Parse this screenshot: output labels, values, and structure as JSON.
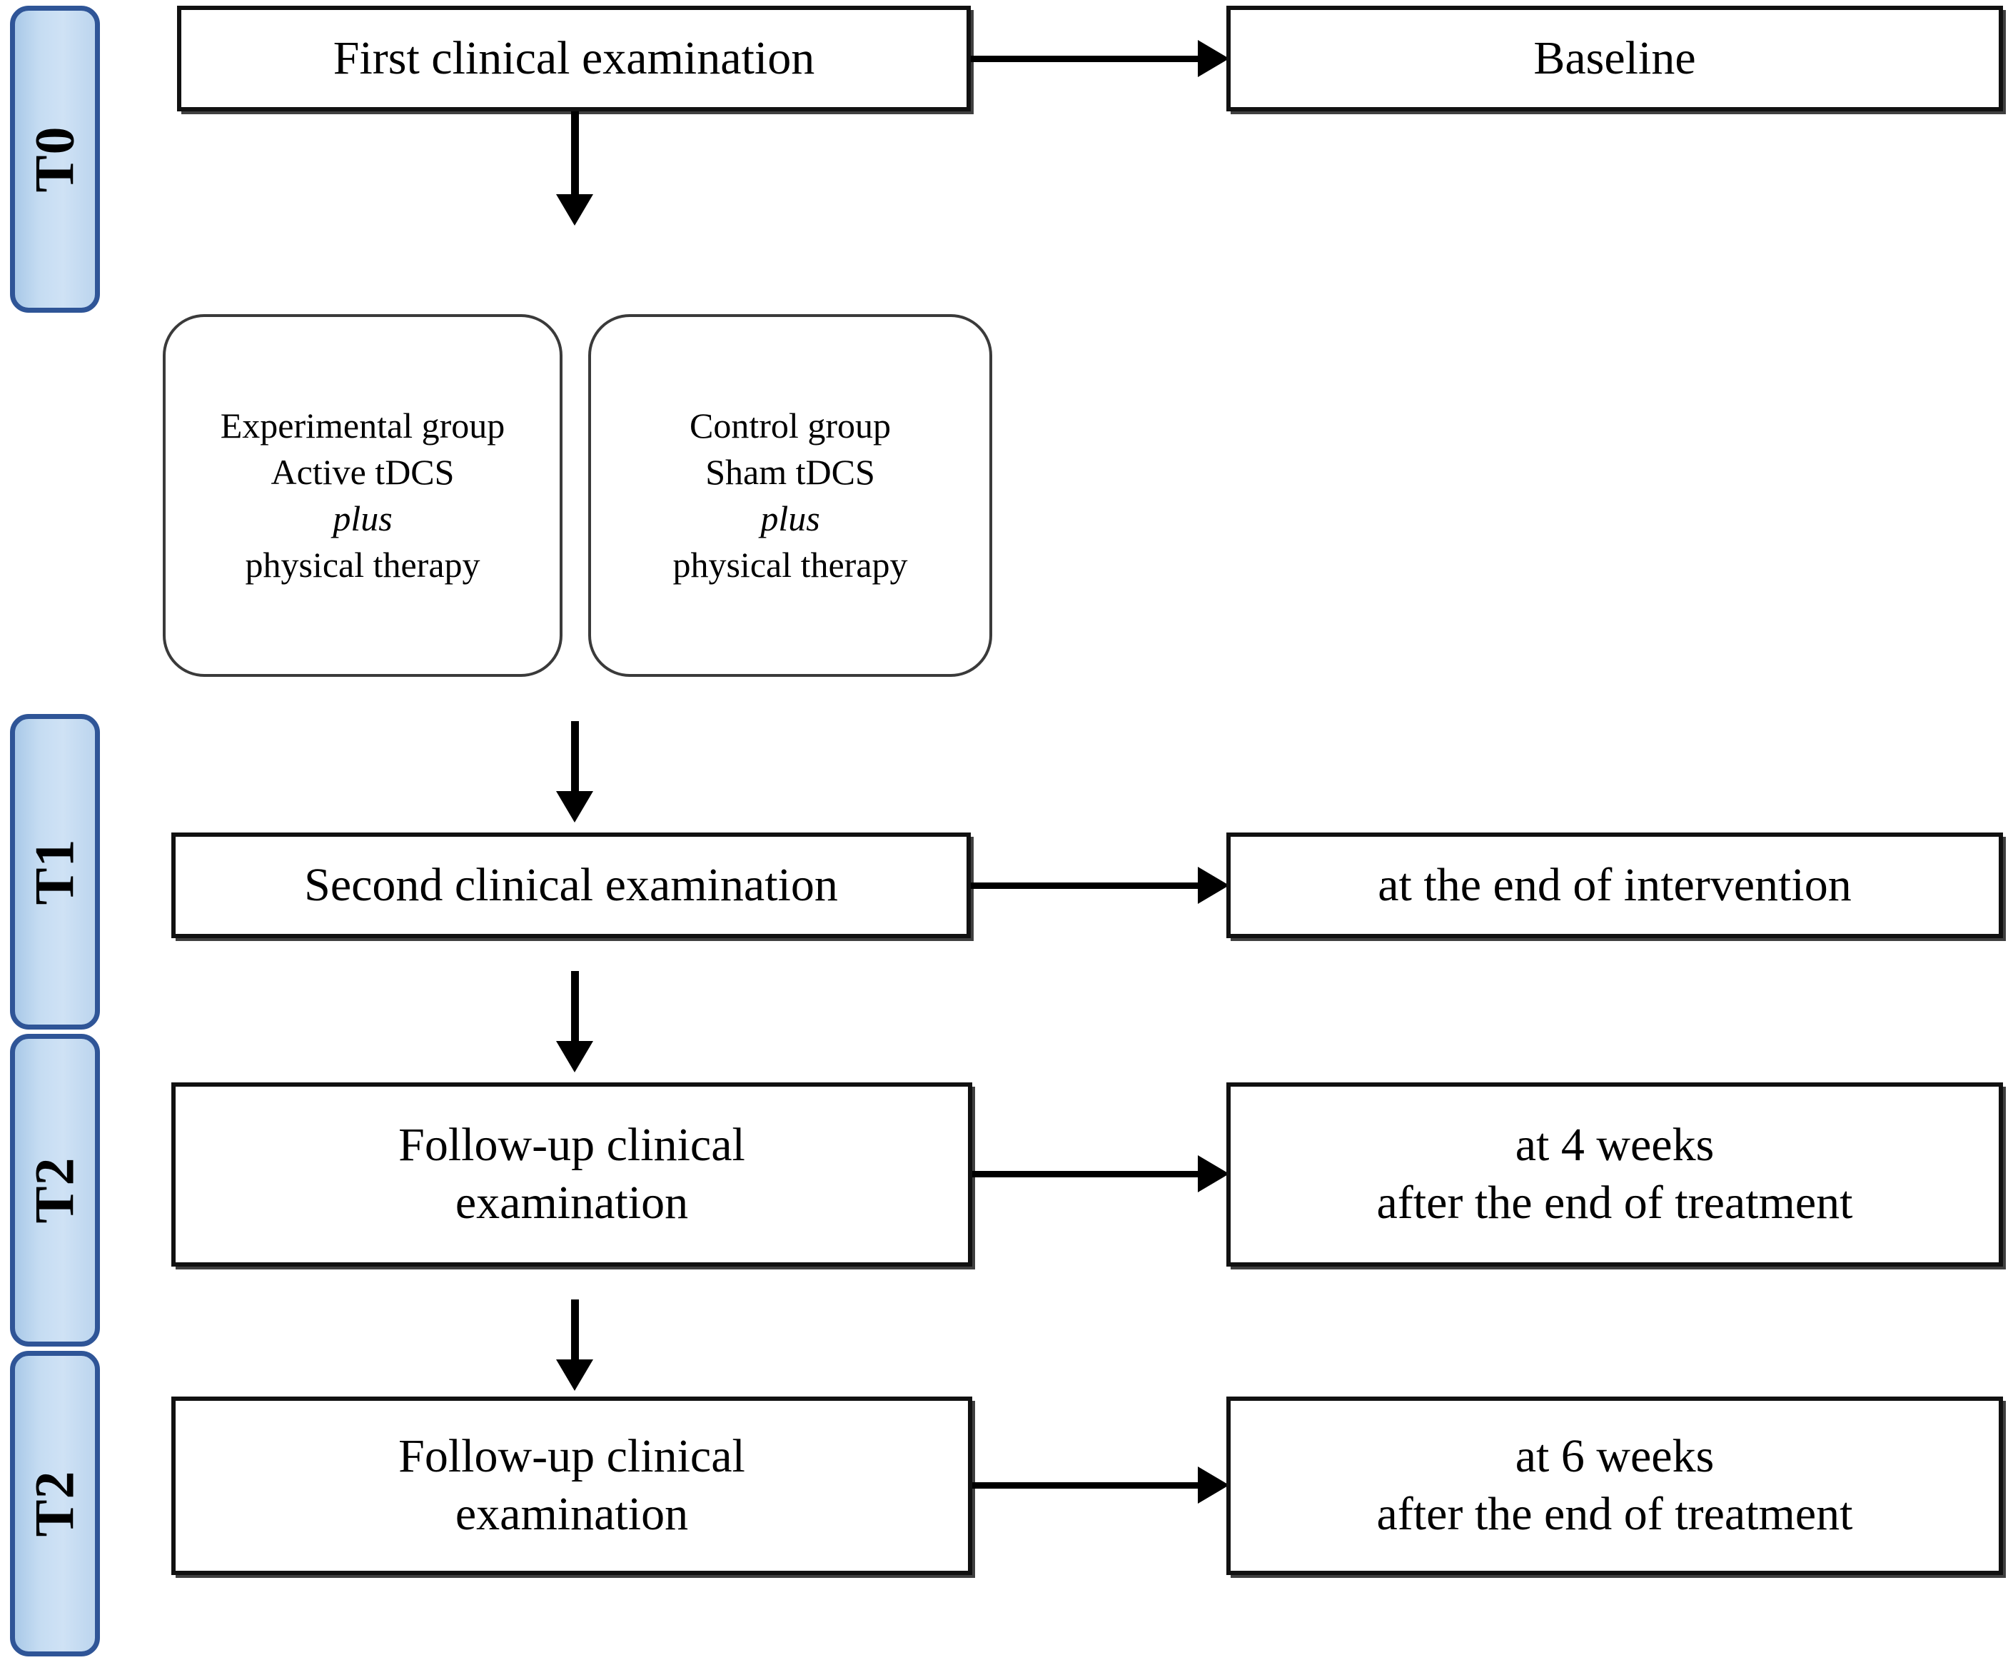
{
  "figure": {
    "type": "study-design-flowchart",
    "accent_color": "#2f5597",
    "tab_fill_color": "#c5dcf2",
    "box_border_color": "#111111"
  },
  "timepoints": [
    {
      "id": "T0",
      "label": "T0"
    },
    {
      "id": "T1",
      "label": "T1"
    },
    {
      "id": "T2a",
      "label": "T2"
    },
    {
      "id": "T2b",
      "label": "T2"
    }
  ],
  "steps": [
    {
      "id": "first-exam",
      "left_label": "First clinical examination",
      "right_label": "Baseline"
    },
    {
      "id": "second-exam",
      "left_label": "Second clinical examination",
      "right_label": "at the end of intervention"
    },
    {
      "id": "followup-4w",
      "left_label": "Follow-up clinical\nexamination",
      "right_label": "at 4 weeks\nafter the end of treatment"
    },
    {
      "id": "followup-6w",
      "left_label": "Follow-up clinical\nexamination",
      "right_label": "at 6 weeks\nafter the end of treatment"
    }
  ],
  "groups": [
    {
      "id": "experimental",
      "line1": "Experimental group",
      "line2": "Active tDCS",
      "line3_italic": "plus",
      "line4": "physical therapy"
    },
    {
      "id": "control",
      "line1": "Control group",
      "line2": "Sham tDCS",
      "line3_italic": "plus",
      "line4": "physical therapy"
    }
  ]
}
